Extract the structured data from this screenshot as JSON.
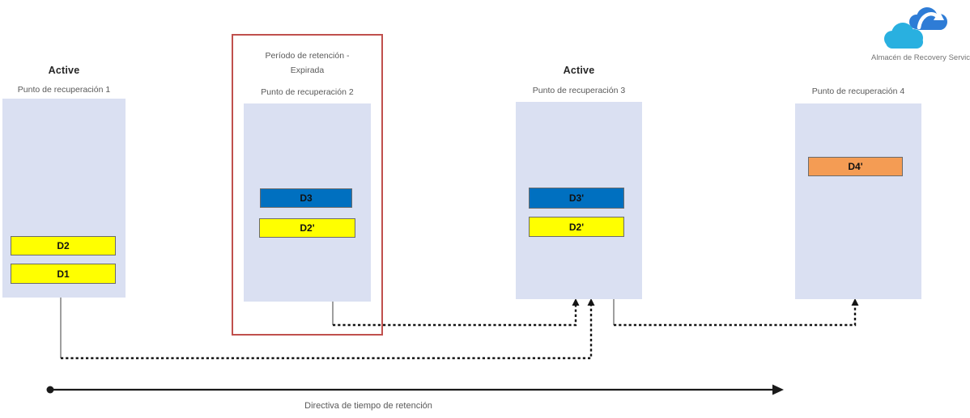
{
  "vault": {
    "label": "Almacén de Recovery Service",
    "icon": "recovery-services-vault-icon",
    "back_cloud_color": "#2e7cd6",
    "front_cloud_color": "#29b0e0",
    "arrow_color": "#ffffff"
  },
  "recovery_points": [
    {
      "status": "Active",
      "title": "Punto de recuperación 1",
      "items": [
        {
          "label": "D2",
          "fill": "#ffff00"
        },
        {
          "label": "D1",
          "fill": "#ffff00"
        }
      ]
    },
    {
      "status_line1": "Período de retención -",
      "status_line2": "Expirada",
      "title": "Punto de recuperación 2",
      "highlighted": true,
      "items": [
        {
          "label": "D3",
          "fill": "#0070c0"
        },
        {
          "label": "D2'",
          "fill": "#ffff00"
        }
      ]
    },
    {
      "status": "Active",
      "title": "Punto de recuperación 3",
      "items": [
        {
          "label": "D3'",
          "fill": "#0070c0"
        },
        {
          "label": "D2'",
          "fill": "#ffff00"
        }
      ]
    },
    {
      "title": "Punto de recuperación 4",
      "items": [
        {
          "label": "D4'",
          "fill": "#f49c54"
        }
      ]
    }
  ],
  "timeline": {
    "label": "Directiva de tiempo de retención"
  },
  "colors": {
    "container_fill": "#dae0f2",
    "item_border": "#6b6b6b",
    "highlight_border": "#c0504d",
    "connector_dashed": "#141414",
    "connector_solid": "#7f7f7f",
    "timeline": "#1a1a1a"
  }
}
